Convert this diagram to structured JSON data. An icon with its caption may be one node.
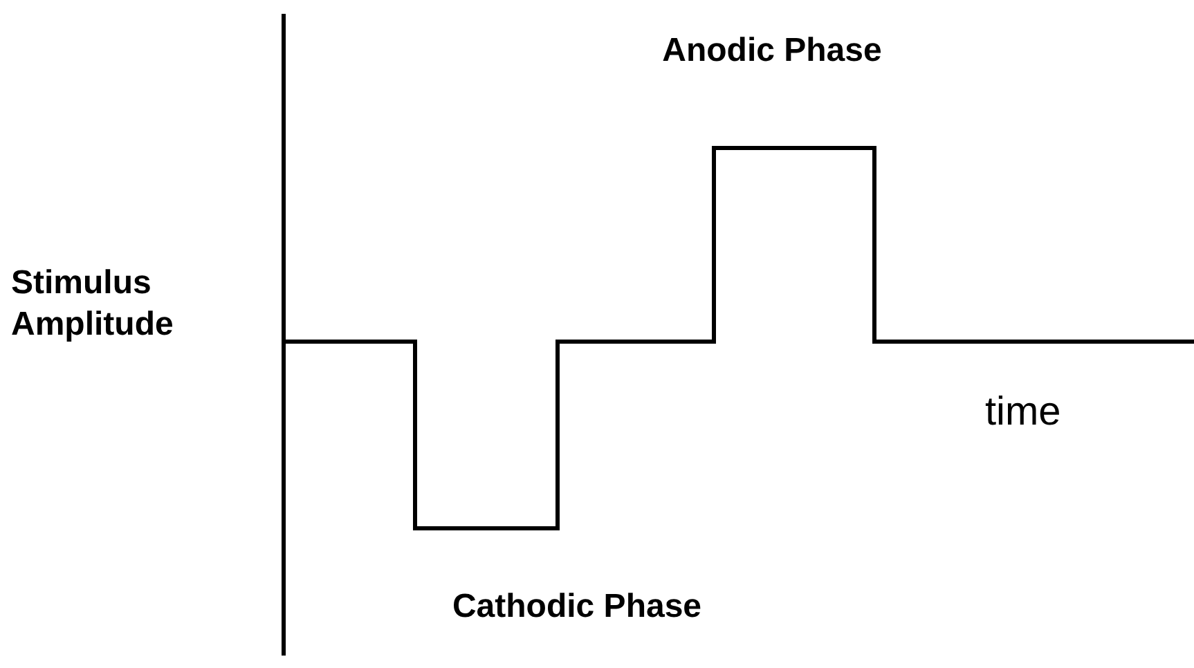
{
  "diagram": {
    "labels": [
      "Anodic Phase",
      "Stimulus Amplitude",
      "time",
      "Cathodic Phase"
    ]
  }
}
